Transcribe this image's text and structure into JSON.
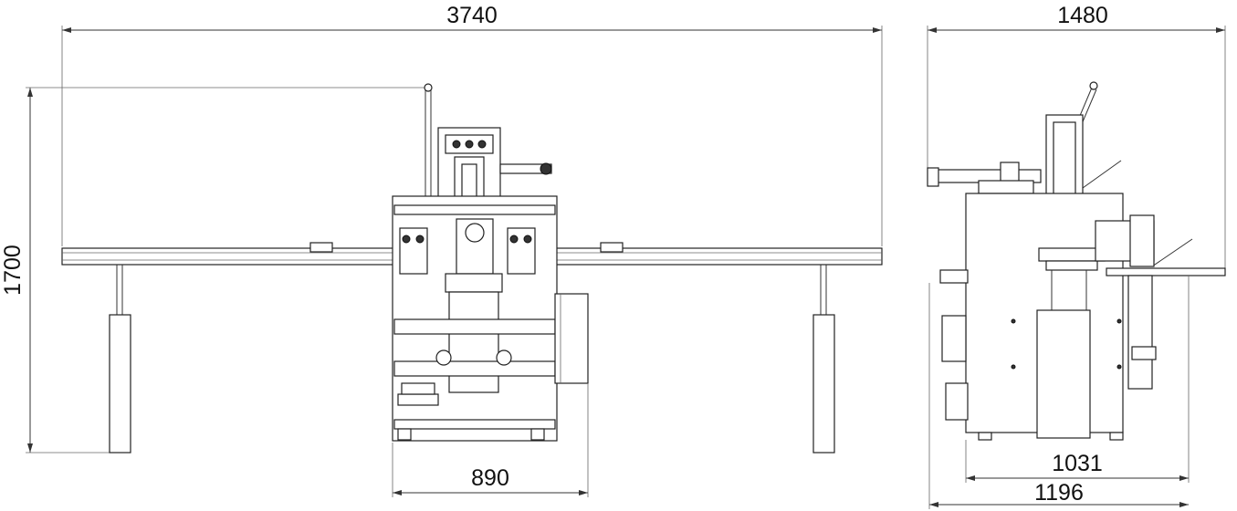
{
  "dimensions": {
    "front_width": "3740",
    "front_height": "1700",
    "front_base_width": "890",
    "side_width": "1480",
    "side_base_width_inner": "1031",
    "side_base_width_outer": "1196"
  },
  "colors": {
    "line": "#222222",
    "background": "#ffffff"
  }
}
